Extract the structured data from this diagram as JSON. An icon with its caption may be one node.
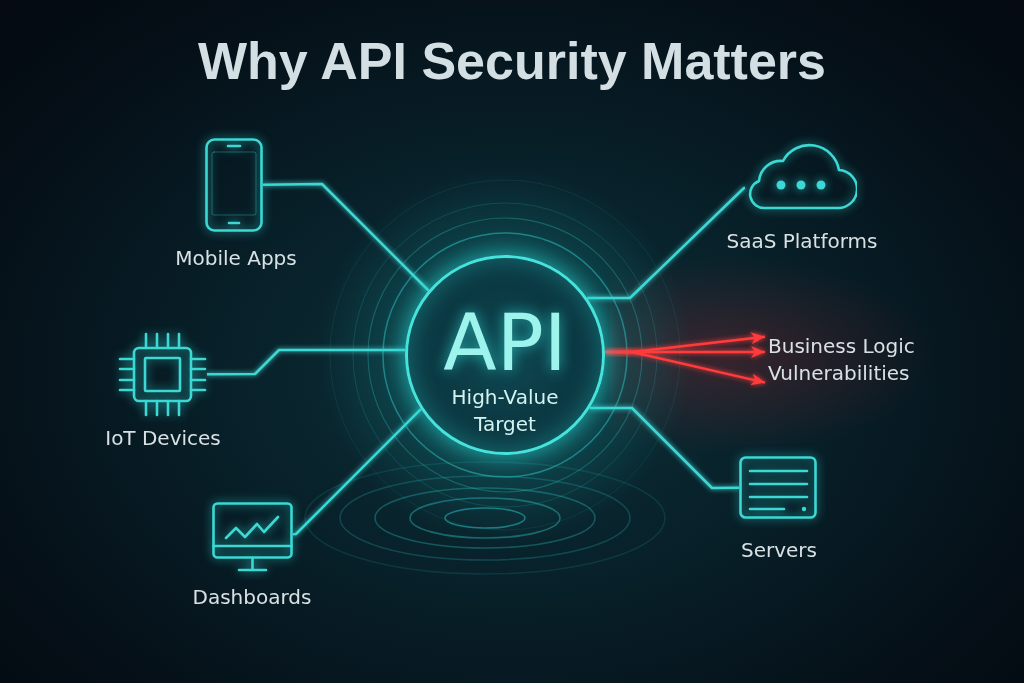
{
  "diagram": {
    "title": "Why API Security Matters",
    "nodes": [
      {
        "text": [],
        "shape": "picture",
        "beside": [
          "Mobile Apps"
        ]
      },
      {
        "text": [],
        "shape": "picture",
        "beside": [
          "SaaS Platforms"
        ]
      },
      {
        "text": [
          "API",
          "High-Value Target"
        ]
      },
      {
        "text": [],
        "shape": "picture",
        "beside": [
          "IoT Devices"
        ]
      },
      {
        "text": [
          "Business Logic Vulnerabilities"
        ]
      },
      {
        "text": [],
        "shape": "picture",
        "beside": [
          "Servers"
        ]
      },
      {
        "text": [],
        "shape": "picture",
        "beside": [
          "Dashboards"
        ]
      }
    ],
    "edges": [
      {
        "from": 0,
        "to": 2,
        "arrow": "none"
      },
      {
        "from": 1,
        "to": 2,
        "arrow": "none"
      },
      {
        "from": 3,
        "to": 2,
        "arrow": "none"
      },
      {
        "from": 6,
        "to": 2,
        "arrow": "none"
      },
      {
        "from": 5,
        "to": 2,
        "arrow": "none"
      },
      {
        "from": 2,
        "to": 4,
        "arrow": "to",
        "color": "#ff3b3b"
      },
      {
        "from": 2,
        "to": 4,
        "arrow": "to",
        "color": "#ff3b3b"
      },
      {
        "from": 2,
        "to": 4,
        "arrow": "to",
        "color": "#ff3b3b"
      }
    ]
  }
}
